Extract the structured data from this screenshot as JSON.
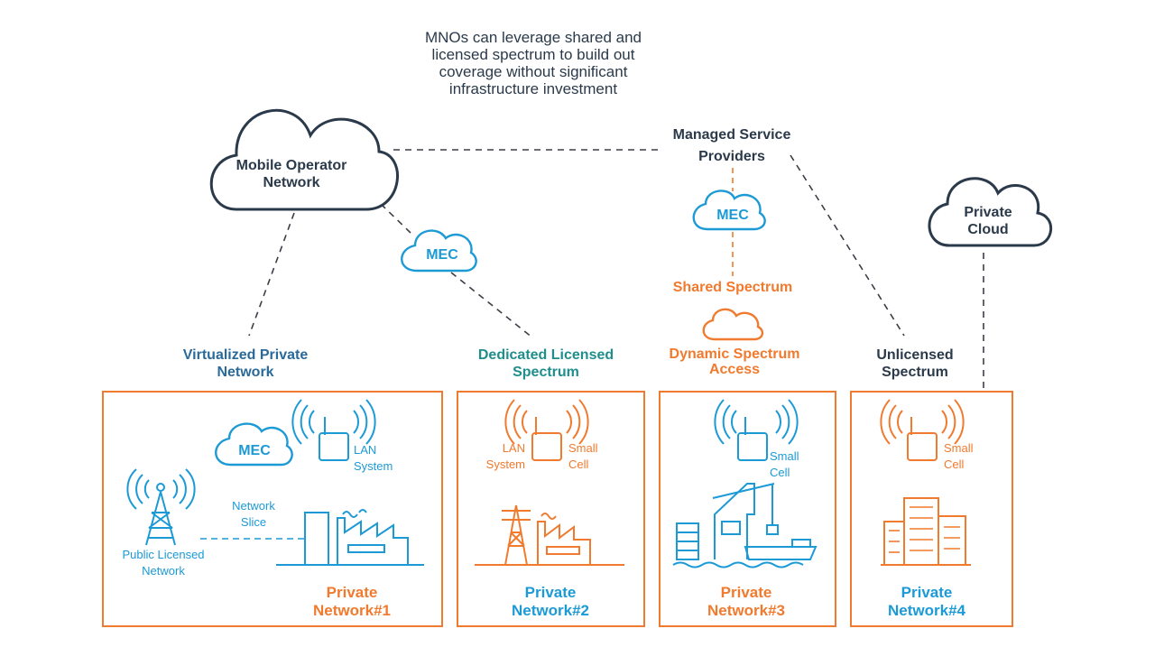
{
  "annotation": "MNOs can leverage shared and licensed spectrum to build out coverage without significant infrastructure investment",
  "clouds": {
    "mobile_operator": "Mobile Operator Network",
    "private_cloud": "Private Cloud",
    "mec": "MEC"
  },
  "managed_service_providers": "Managed Service Providers",
  "shared_spectrum": "Shared Spectrum",
  "headers": {
    "virtualized": "Virtualized Private Network",
    "dedicated": "Dedicated Licensed Spectrum",
    "dynamic": "Dynamic Spectrum Access",
    "unlicensed": "Unlicensed Spectrum"
  },
  "box_labels": {
    "lan_system": "LAN System",
    "small_cell": "Small Cell",
    "network_slice": "Network Slice",
    "public_licensed": "Public Licensed Network"
  },
  "networks": {
    "n1": "Private Network#1",
    "n2": "Private Network#2",
    "n3": "Private Network#3",
    "n4": "Private Network#4"
  },
  "colors": {
    "navy": "#2b3a4a",
    "blue": "#1c9ad6",
    "orange": "#f07a2e",
    "teal": "#1f8e8c"
  }
}
